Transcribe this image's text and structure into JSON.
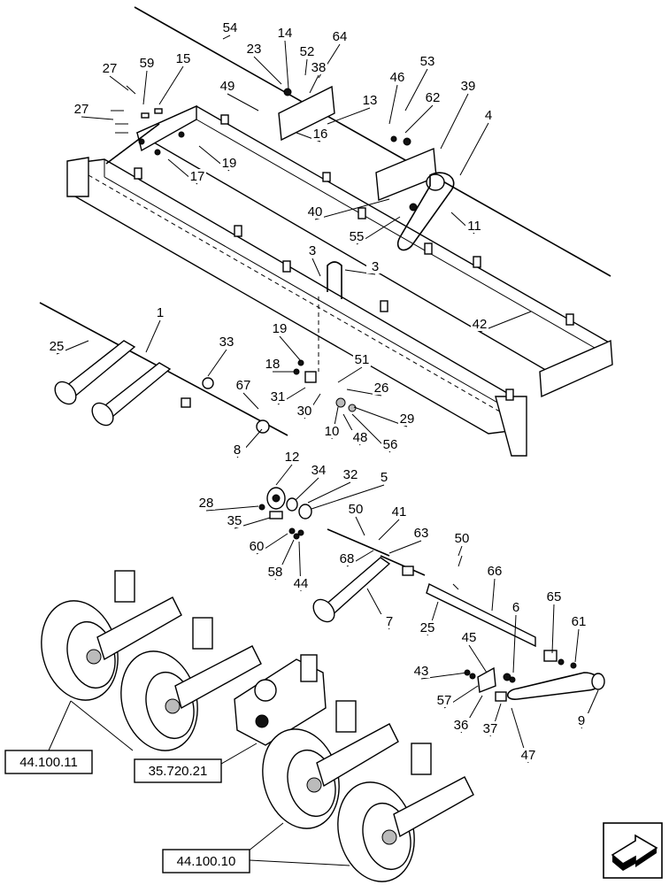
{
  "callouts": [
    "54",
    "14",
    "23",
    "52",
    "64",
    "27",
    "59",
    "15",
    "38",
    "49",
    "46",
    "53",
    "39",
    "13",
    "62",
    "27",
    "16",
    "4",
    "17",
    "19",
    "40",
    "55",
    "11",
    "3",
    "3",
    "1",
    "25",
    "42",
    "33",
    "19",
    "51",
    "18",
    "67",
    "31",
    "26",
    "30",
    "29",
    "10",
    "48",
    "56",
    "8",
    "12",
    "34",
    "32",
    "5",
    "28",
    "35",
    "50",
    "41",
    "60",
    "68",
    "63",
    "58",
    "44",
    "50",
    "66",
    "7",
    "25",
    "6",
    "65",
    "45",
    "61",
    "43",
    "57",
    "36",
    "37",
    "9",
    "47"
  ],
  "reference_boxes": {
    "wheel_unit_upper": "44.100.11",
    "drive_unit": "35.720.21",
    "wheel_unit_lower": "44.100.10"
  },
  "navigation": {
    "icon": "forward-arrow-icon"
  }
}
